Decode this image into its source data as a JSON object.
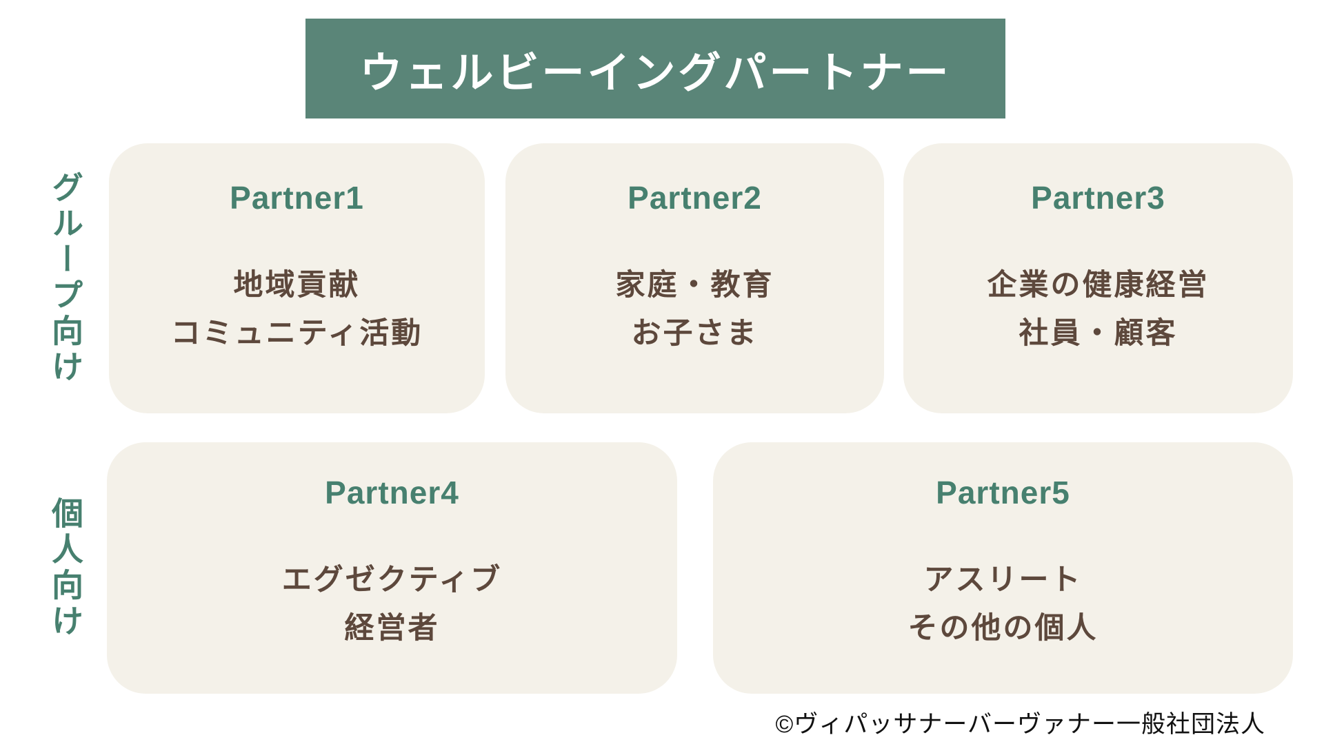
{
  "title": "ウェルビーイングパートナー",
  "row_labels": [
    {
      "text": "グループ向け"
    },
    {
      "text": "個人向け"
    }
  ],
  "cards": [
    {
      "title": "Partner1",
      "lines": [
        "地域貢献",
        "コミュニティ活動"
      ]
    },
    {
      "title": "Partner2",
      "lines": [
        "家庭・教育",
        "お子さま"
      ]
    },
    {
      "title": "Partner3",
      "lines": [
        "企業の健康経営",
        "社員・顧客"
      ]
    },
    {
      "title": "Partner4",
      "lines": [
        "エグゼクティブ",
        "経営者"
      ]
    },
    {
      "title": "Partner5",
      "lines": [
        "アスリート",
        "その他の個人"
      ]
    }
  ],
  "footer": {
    "copyright": "©ヴィパッサナーバーヴァナー一般社団法人"
  },
  "colors": {
    "banner_bg": "#5A8578",
    "accent_green": "#47806F",
    "card_bg": "#F4F1E9",
    "body_brown": "#5D483C",
    "footer_text": "#111111"
  }
}
